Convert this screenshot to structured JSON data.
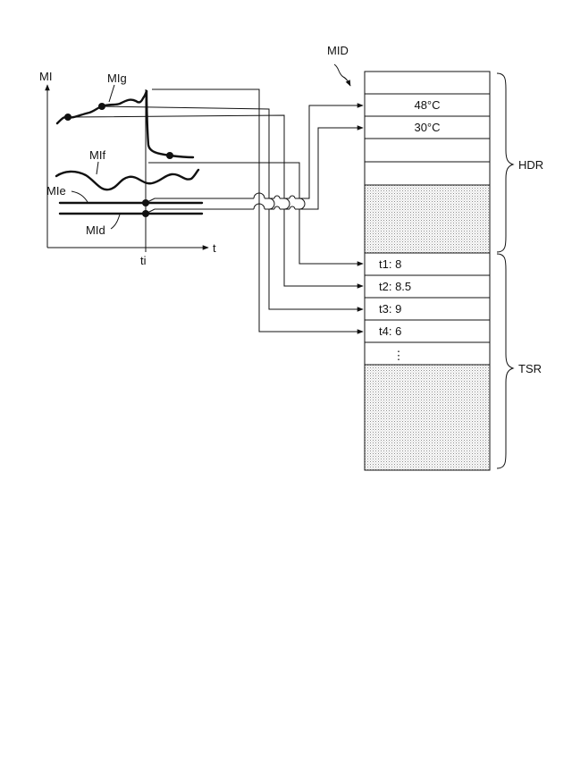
{
  "labels": {
    "mi_axis": "MI",
    "t_axis": "t",
    "ti": "ti",
    "mig": "MIg",
    "mif": "MIf",
    "mie": "MIe",
    "mid": "MId",
    "mid_table": "MID",
    "hdr": "HDR",
    "tsr": "TSR"
  },
  "header_cells": [
    "",
    "48°C",
    "30°C",
    "",
    ""
  ],
  "time_cells": [
    "t1: 8",
    "t2: 8.5",
    "t3: 9",
    "t4: 6",
    "⋮"
  ],
  "colors": {
    "line": "#111111",
    "shade": "#d9d9d9",
    "background": "#ffffff"
  }
}
